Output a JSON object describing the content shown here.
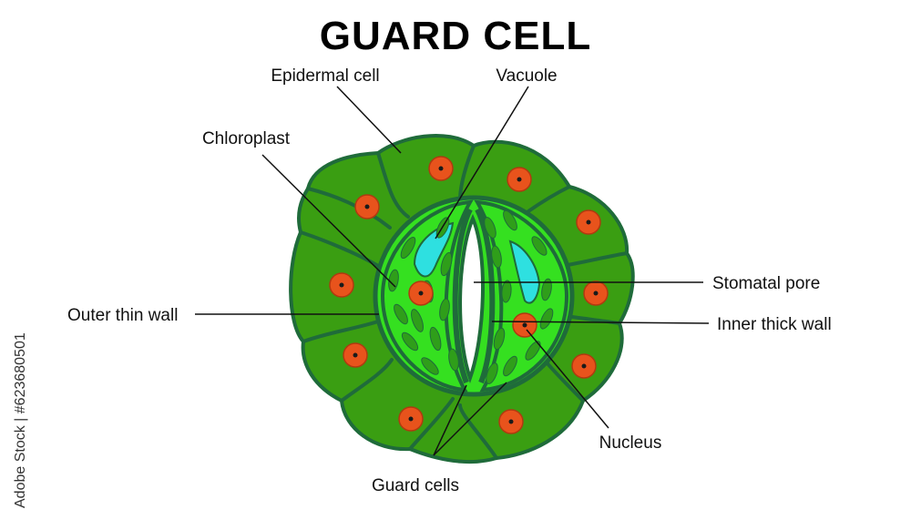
{
  "title": "GUARD CELL",
  "labels": {
    "epidermal_cell": "Epidermal cell",
    "vacuole": "Vacuole",
    "chloroplast": "Chloroplast",
    "stomatal_pore": "Stomatal pore",
    "outer_thin_wall": "Outer thin wall",
    "inner_thick_wall": "Inner thick wall",
    "nucleus": "Nucleus",
    "guard_cells": "Guard cells"
  },
  "watermark_side": "Adobe Stock | #623680501",
  "colors": {
    "epidermal_fill": "#3a9e12",
    "epidermal_stroke": "#1f6b3a",
    "guard_fill": "#35e020",
    "chloroplast": "#2f9e1a",
    "vacuole": "#2ee0e0",
    "nucleus": "#e8531c",
    "nucleus_dot": "#1a1a1a",
    "pore": "#ffffff"
  }
}
